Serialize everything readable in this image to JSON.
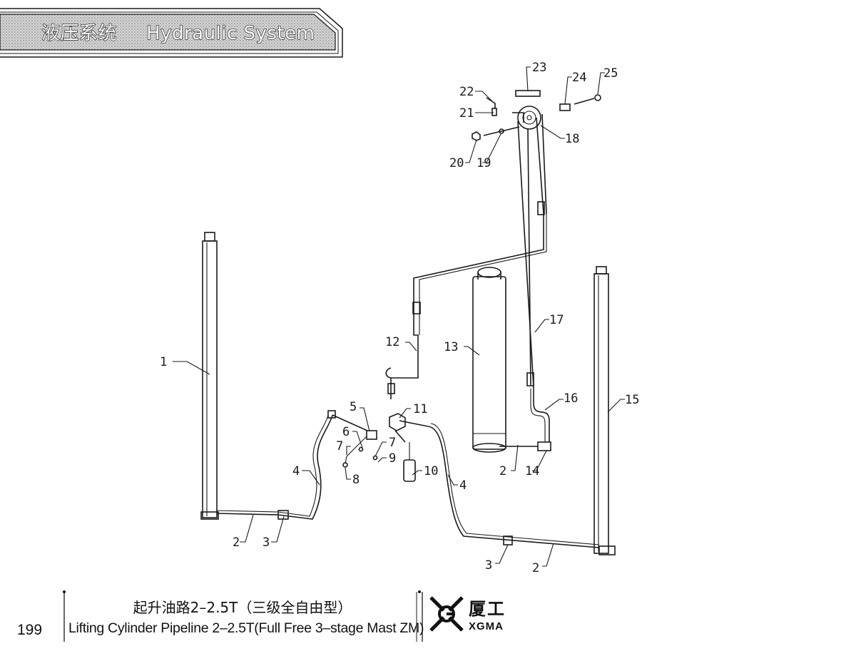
{
  "header": {
    "title_zh": "液压系统",
    "title_en": "Hydraulic System"
  },
  "footer": {
    "page_number": "199",
    "caption_zh": "起升油路2–2.5T（三级全自由型）",
    "caption_en": "Lifting Cylinder Pipeline 2–2.5T(Full Free 3–stage Mast ZM)",
    "brand_zh": "厦工",
    "brand_en": "XGMA"
  },
  "callouts": {
    "c1": "1",
    "c2a": "2",
    "c2b": "2",
    "c2c": "2",
    "c3a": "3",
    "c3b": "3",
    "c4a": "4",
    "c4b": "4",
    "c5": "5",
    "c6": "6",
    "c7a": "7",
    "c7b": "7",
    "c8": "8",
    "c9": "9",
    "c10": "10",
    "c11": "11",
    "c12": "12",
    "c13": "13",
    "c14": "14",
    "c15": "15",
    "c16": "16",
    "c17": "17",
    "c18": "18",
    "c19": "19",
    "c20": "20",
    "c21": "21",
    "c22": "22",
    "c23": "23",
    "c24": "24",
    "c25": "25"
  },
  "colors": {
    "ink": "#1a1a1a",
    "header_fill": "#c9c9c9"
  }
}
